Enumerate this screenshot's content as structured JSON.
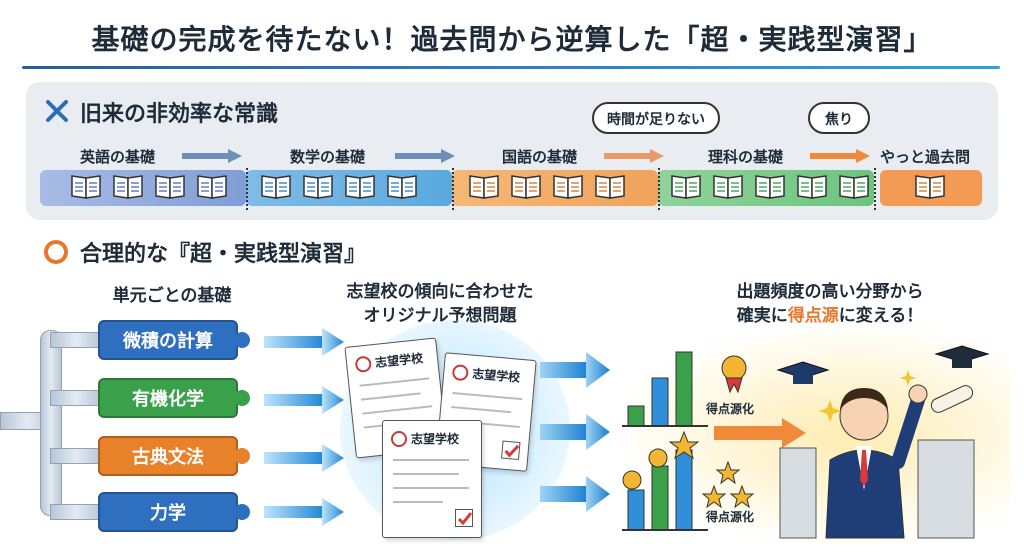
{
  "title": "基礎の完成を待たない！過去問から逆算した「超・実践型演習」",
  "old_section": {
    "heading": "旧来の非効率な常識",
    "subjects": [
      {
        "label": "英語の基礎",
        "color": "#7f9ed6"
      },
      {
        "label": "数学の基礎",
        "color": "#5aa9df"
      },
      {
        "label": "国語の基礎",
        "color": "#f0a35a"
      },
      {
        "label": "理科の基礎",
        "color": "#6cc47d"
      }
    ],
    "final_label": "やっと過去問",
    "bubbles": [
      "時間が足りない",
      "焦り"
    ]
  },
  "new_section": {
    "heading": "合理的な『超・実践型演習』",
    "col1_heading": "単元ごとの基礎",
    "units": [
      {
        "label": "微積の計算",
        "color": "#2f6fc0"
      },
      {
        "label": "有機化学",
        "color": "#3aa04a"
      },
      {
        "label": "古典文法",
        "color": "#e8822a"
      },
      {
        "label": "力学",
        "color": "#2f6fc0"
      }
    ],
    "col2_heading_line1": "志望校の傾向に合わせた",
    "col2_heading_line2": "オリジナル予想問題",
    "paper_title": "志望学校",
    "col3_heading_line1": "出題頻度の高い分野から",
    "col3_heading_pre": "確実に",
    "col3_heading_em": "得点源",
    "col3_heading_post": "に変える！",
    "chart_label": "得点源化"
  }
}
